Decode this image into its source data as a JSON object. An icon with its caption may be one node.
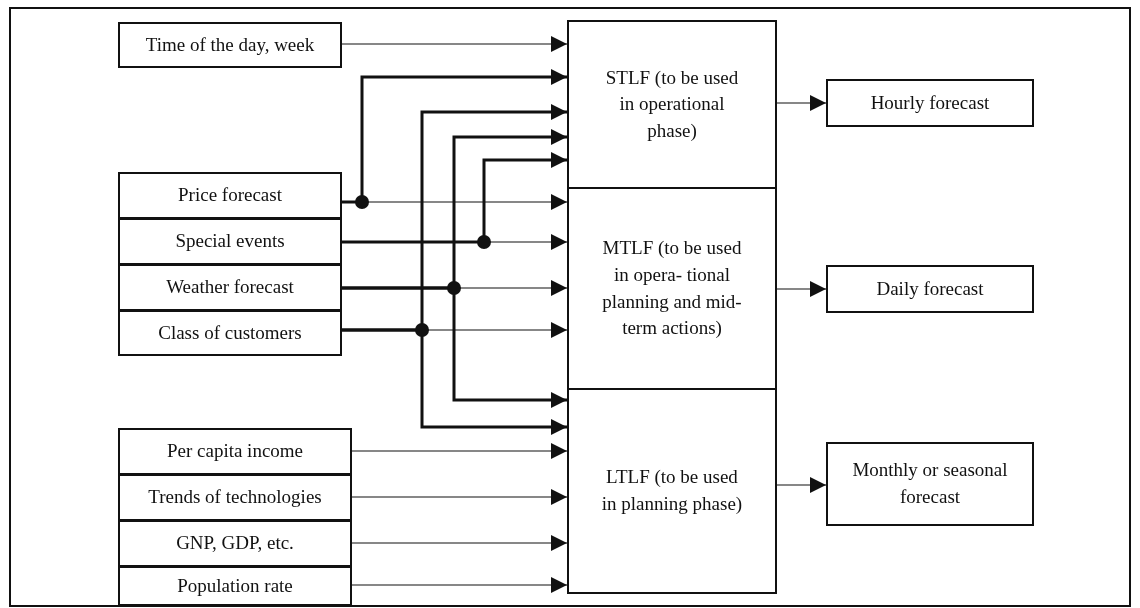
{
  "diagram": {
    "nodes": [
      {
        "text": [
          "Time of the day, week"
        ]
      },
      {
        "text": [
          "Price forecast"
        ]
      },
      {
        "text": [
          "Special events"
        ]
      },
      {
        "text": [
          "Weather forecast"
        ]
      },
      {
        "text": [
          "Class of customers"
        ]
      },
      {
        "text": [
          "Per capita income"
        ]
      },
      {
        "text": [
          "Trends of technologies"
        ]
      },
      {
        "text": [
          "GNP, GDP, etc."
        ]
      },
      {
        "text": [
          "Population rate"
        ]
      },
      {
        "text": [
          "STLF (to be used in operational phase)"
        ]
      },
      {
        "text": [
          "MTLF (to be used in opera- tional planning and mid-term actions)"
        ]
      },
      {
        "text": [
          "LTLF (to be used in planning phase)"
        ]
      },
      {
        "text": [
          "Hourly forecast"
        ]
      },
      {
        "text": [
          "Daily forecast"
        ]
      },
      {
        "text": [
          "Monthly or seasonal forecast"
        ]
      }
    ],
    "edges": [
      {
        "from": 0,
        "to": 9,
        "arrow": "to"
      },
      {
        "from": 1,
        "to": 9,
        "arrow": "to",
        "style": "thick"
      },
      {
        "from": 1,
        "to": 10,
        "arrow": "to"
      },
      {
        "from": 2,
        "to": 9,
        "arrow": "to",
        "style": "thick"
      },
      {
        "from": 2,
        "to": 10,
        "arrow": "to"
      },
      {
        "from": 3,
        "to": 9,
        "arrow": "to",
        "style": "thick"
      },
      {
        "from": 3,
        "to": 10,
        "arrow": "to"
      },
      {
        "from": 3,
        "to": 11,
        "arrow": "to",
        "style": "thick"
      },
      {
        "from": 4,
        "to": 9,
        "arrow": "to",
        "style": "thick"
      },
      {
        "from": 4,
        "to": 10,
        "arrow": "to"
      },
      {
        "from": 4,
        "to": 11,
        "arrow": "to",
        "style": "thick"
      },
      {
        "from": 5,
        "to": 11,
        "arrow": "to"
      },
      {
        "from": 6,
        "to": 11,
        "arrow": "to"
      },
      {
        "from": 7,
        "to": 11,
        "arrow": "to"
      },
      {
        "from": 8,
        "to": 11,
        "arrow": "to"
      },
      {
        "from": 9,
        "to": 12,
        "arrow": "to"
      },
      {
        "from": 10,
        "to": 13,
        "arrow": "to"
      },
      {
        "from": 11,
        "to": 14,
        "arrow": "to"
      }
    ]
  }
}
